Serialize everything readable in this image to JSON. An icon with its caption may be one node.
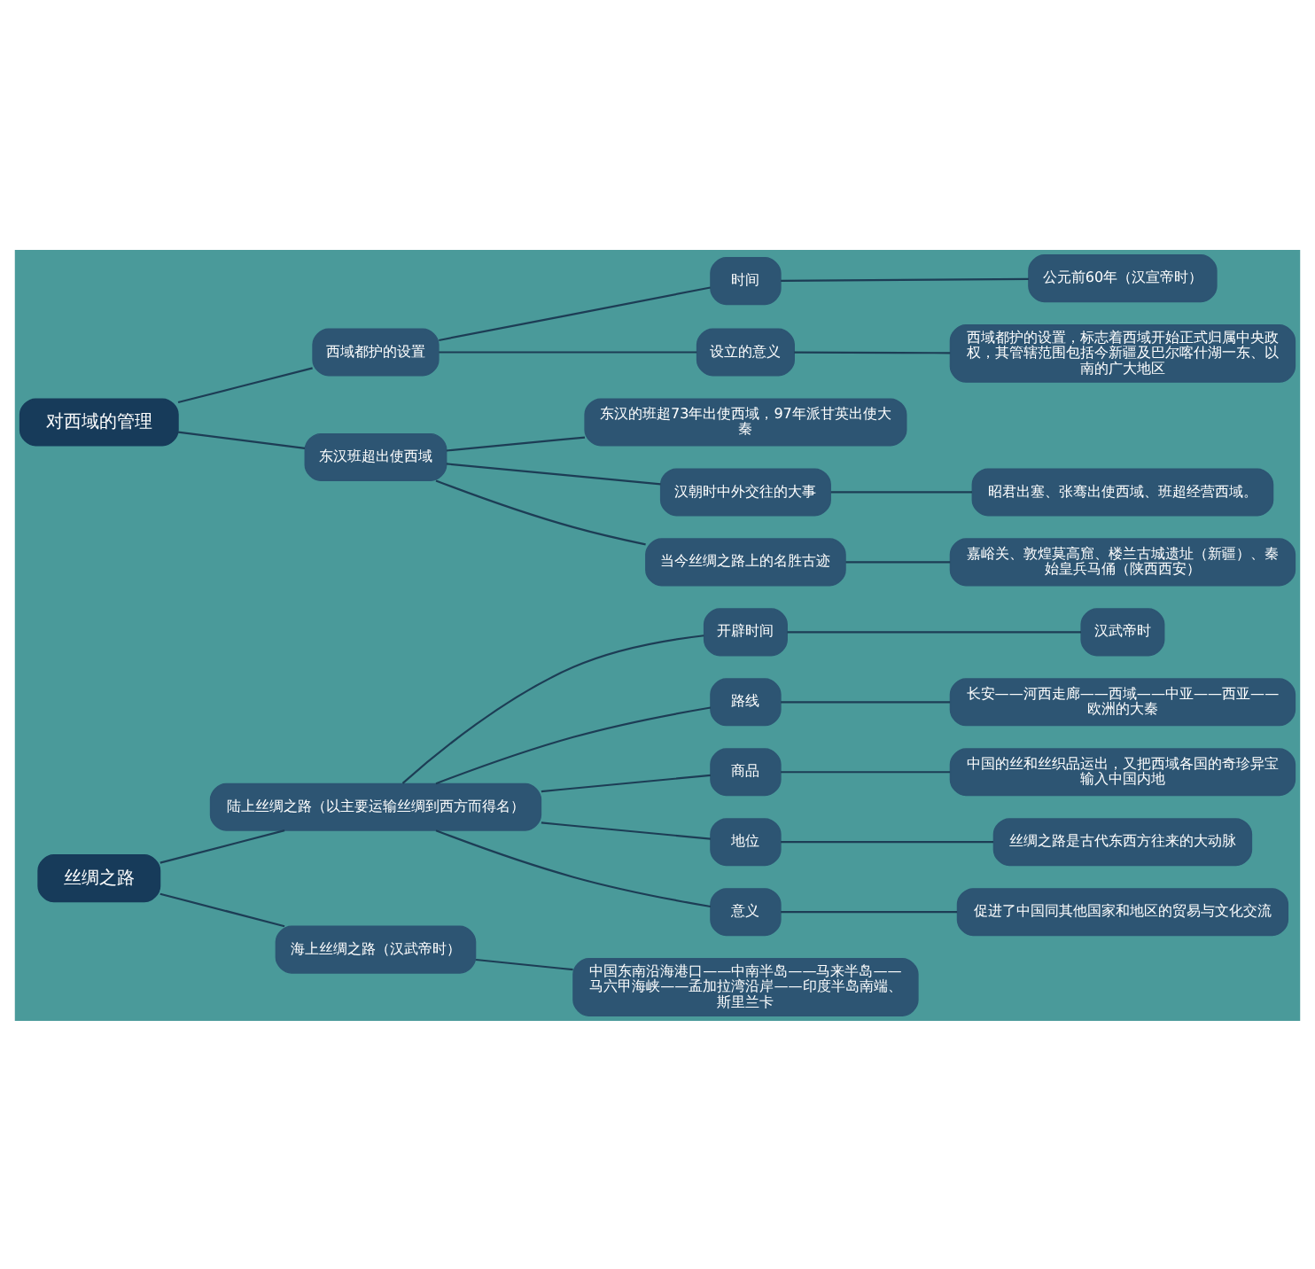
{
  "diagram": {
    "nodes": [
      {
        "text": [
          "丝绸之路"
        ]
      },
      {
        "text": [
          "陆上丝绸之路（以主要运输丝绸到西方而得名）"
        ]
      },
      {
        "text": [
          "开辟时间"
        ]
      },
      {
        "text": [
          "汉武帝时"
        ]
      },
      {
        "text": [
          "路线"
        ]
      },
      {
        "text": [
          "长安——河西走廊——西域——中亚——西亚——欧洲的大秦"
        ]
      },
      {
        "text": [
          "商品"
        ]
      },
      {
        "text": [
          "中国的丝和丝织品运出，又把西域各国的奇珍异宝输入中国内地"
        ]
      },
      {
        "text": [
          "地位"
        ]
      },
      {
        "text": [
          "丝绸之路是古代东西方往来的大动脉"
        ]
      },
      {
        "text": [
          "意义"
        ]
      },
      {
        "text": [
          "促进了中国同其他国家和地区的贸易与文化交流"
        ]
      },
      {
        "text": [
          "海上丝绸之路（汉武帝时）"
        ]
      },
      {
        "text": [
          "中国东南沿海港口——中南半岛——马来半岛——马六甲海峡——孟加拉湾沿岸——印度半岛南端、斯里兰卡"
        ]
      },
      {
        "text": [
          "对西域的管理"
        ]
      },
      {
        "text": [
          "西域都护的设置"
        ]
      },
      {
        "text": [
          "时间"
        ]
      },
      {
        "text": [
          "公元前60年（汉宣帝时）"
        ]
      },
      {
        "text": [
          "设立的意义"
        ]
      },
      {
        "text": [
          "西域都护的设置，标志着西域开始正式归属中央政权，其管辖范围包括今新疆及巴尔喀什湖一东、以南的广大地区"
        ]
      },
      {
        "text": [
          "东汉班超出使西域"
        ]
      },
      {
        "text": [
          "东汉的班超73年出使西域，97年派甘英出使大秦"
        ]
      },
      {
        "text": [
          "汉朝时中外交往的大事"
        ]
      },
      {
        "text": [
          "昭君出塞、张骞出使西域、班超经营西域。"
        ]
      },
      {
        "text": [
          "当今丝绸之路上的名胜古迹"
        ]
      },
      {
        "text": [
          "嘉峪关、敦煌莫高窟、楼兰古城遗址（新疆）、秦始皇兵马俑（陕西西安）"
        ]
      }
    ],
    "edges": [
      {
        "from": 0,
        "to": 1,
        "arrow": "none"
      },
      {
        "from": 1,
        "to": 2,
        "arrow": "none"
      },
      {
        "from": 2,
        "to": 3,
        "arrow": "none"
      },
      {
        "from": 1,
        "to": 4,
        "arrow": "none"
      },
      {
        "from": 4,
        "to": 5,
        "arrow": "none"
      },
      {
        "from": 1,
        "to": 6,
        "arrow": "none"
      },
      {
        "from": 6,
        "to": 7,
        "arrow": "none"
      },
      {
        "from": 1,
        "to": 8,
        "arrow": "none"
      },
      {
        "from": 8,
        "to": 9,
        "arrow": "none"
      },
      {
        "from": 1,
        "to": 10,
        "arrow": "none"
      },
      {
        "from": 10,
        "to": 11,
        "arrow": "none"
      },
      {
        "from": 0,
        "to": 12,
        "arrow": "none"
      },
      {
        "from": 12,
        "to": 13,
        "arrow": "none"
      },
      {
        "from": 14,
        "to": 15,
        "arrow": "none"
      },
      {
        "from": 15,
        "to": 16,
        "arrow": "none"
      },
      {
        "from": 16,
        "to": 17,
        "arrow": "none"
      },
      {
        "from": 15,
        "to": 18,
        "arrow": "none"
      },
      {
        "from": 18,
        "to": 19,
        "arrow": "none"
      },
      {
        "from": 14,
        "to": 20,
        "arrow": "none"
      },
      {
        "from": 20,
        "to": 21,
        "arrow": "none"
      },
      {
        "from": 20,
        "to": 22,
        "arrow": "none"
      },
      {
        "from": 22,
        "to": 23,
        "arrow": "none"
      },
      {
        "from": 20,
        "to": 24,
        "arrow": "none"
      },
      {
        "from": 24,
        "to": 25,
        "arrow": "none"
      }
    ]
  }
}
